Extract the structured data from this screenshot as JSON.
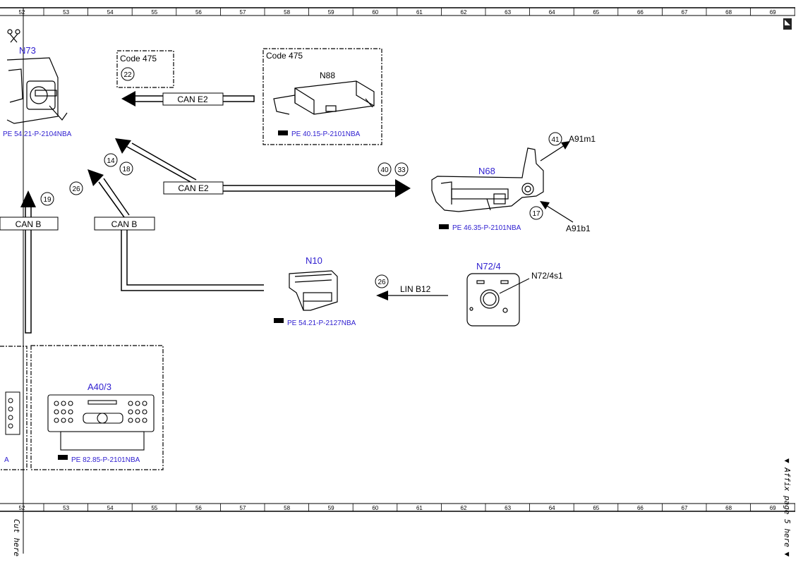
{
  "ruler": {
    "numbers": [
      "52",
      "53",
      "54",
      "55",
      "56",
      "57",
      "58",
      "59",
      "60",
      "61",
      "62",
      "63",
      "64",
      "65",
      "66",
      "67",
      "68",
      "69"
    ]
  },
  "labels": {
    "n73": "N73",
    "n73_ref": "PE 54.21-P-2104NBA",
    "code475_left": "Code 475",
    "circle_22": "22",
    "code475_right": "Code 475",
    "n88": "N88",
    "n88_ref": "PE 40.15-P-2101NBA",
    "can_e2_top": "CAN E2",
    "can_e2_mid": "CAN E2",
    "circle_14": "14",
    "circle_18": "18",
    "circle_26_left": "26",
    "circle_19": "19",
    "can_b_left": "CAN B",
    "can_b_mid": "CAN B",
    "circle_40": "40",
    "circle_33": "33",
    "n68": "N68",
    "n68_ref": "PE 46.35-P-2101NBA",
    "circle_41": "41",
    "a91m1": "A91m1",
    "circle_17": "17",
    "a91b1": "A91b1",
    "n10": "N10",
    "n10_ref": "PE 54.21-P-2127NBA",
    "circle_26_lin": "26",
    "lin_b12": "LIN B12",
    "n72_4": "N72/4",
    "n72_4s1": "N72/4s1",
    "a40_3": "A40/3",
    "a40_3_ref": "PE 82.85-P-2101NBA",
    "left_ref_fragment": "A"
  },
  "side_text": {
    "cut_here": "Cut here",
    "affix": "▼ Affix page 5 here ▼"
  },
  "colors": {
    "link_blue": "#3020d0",
    "line": "#000000"
  }
}
